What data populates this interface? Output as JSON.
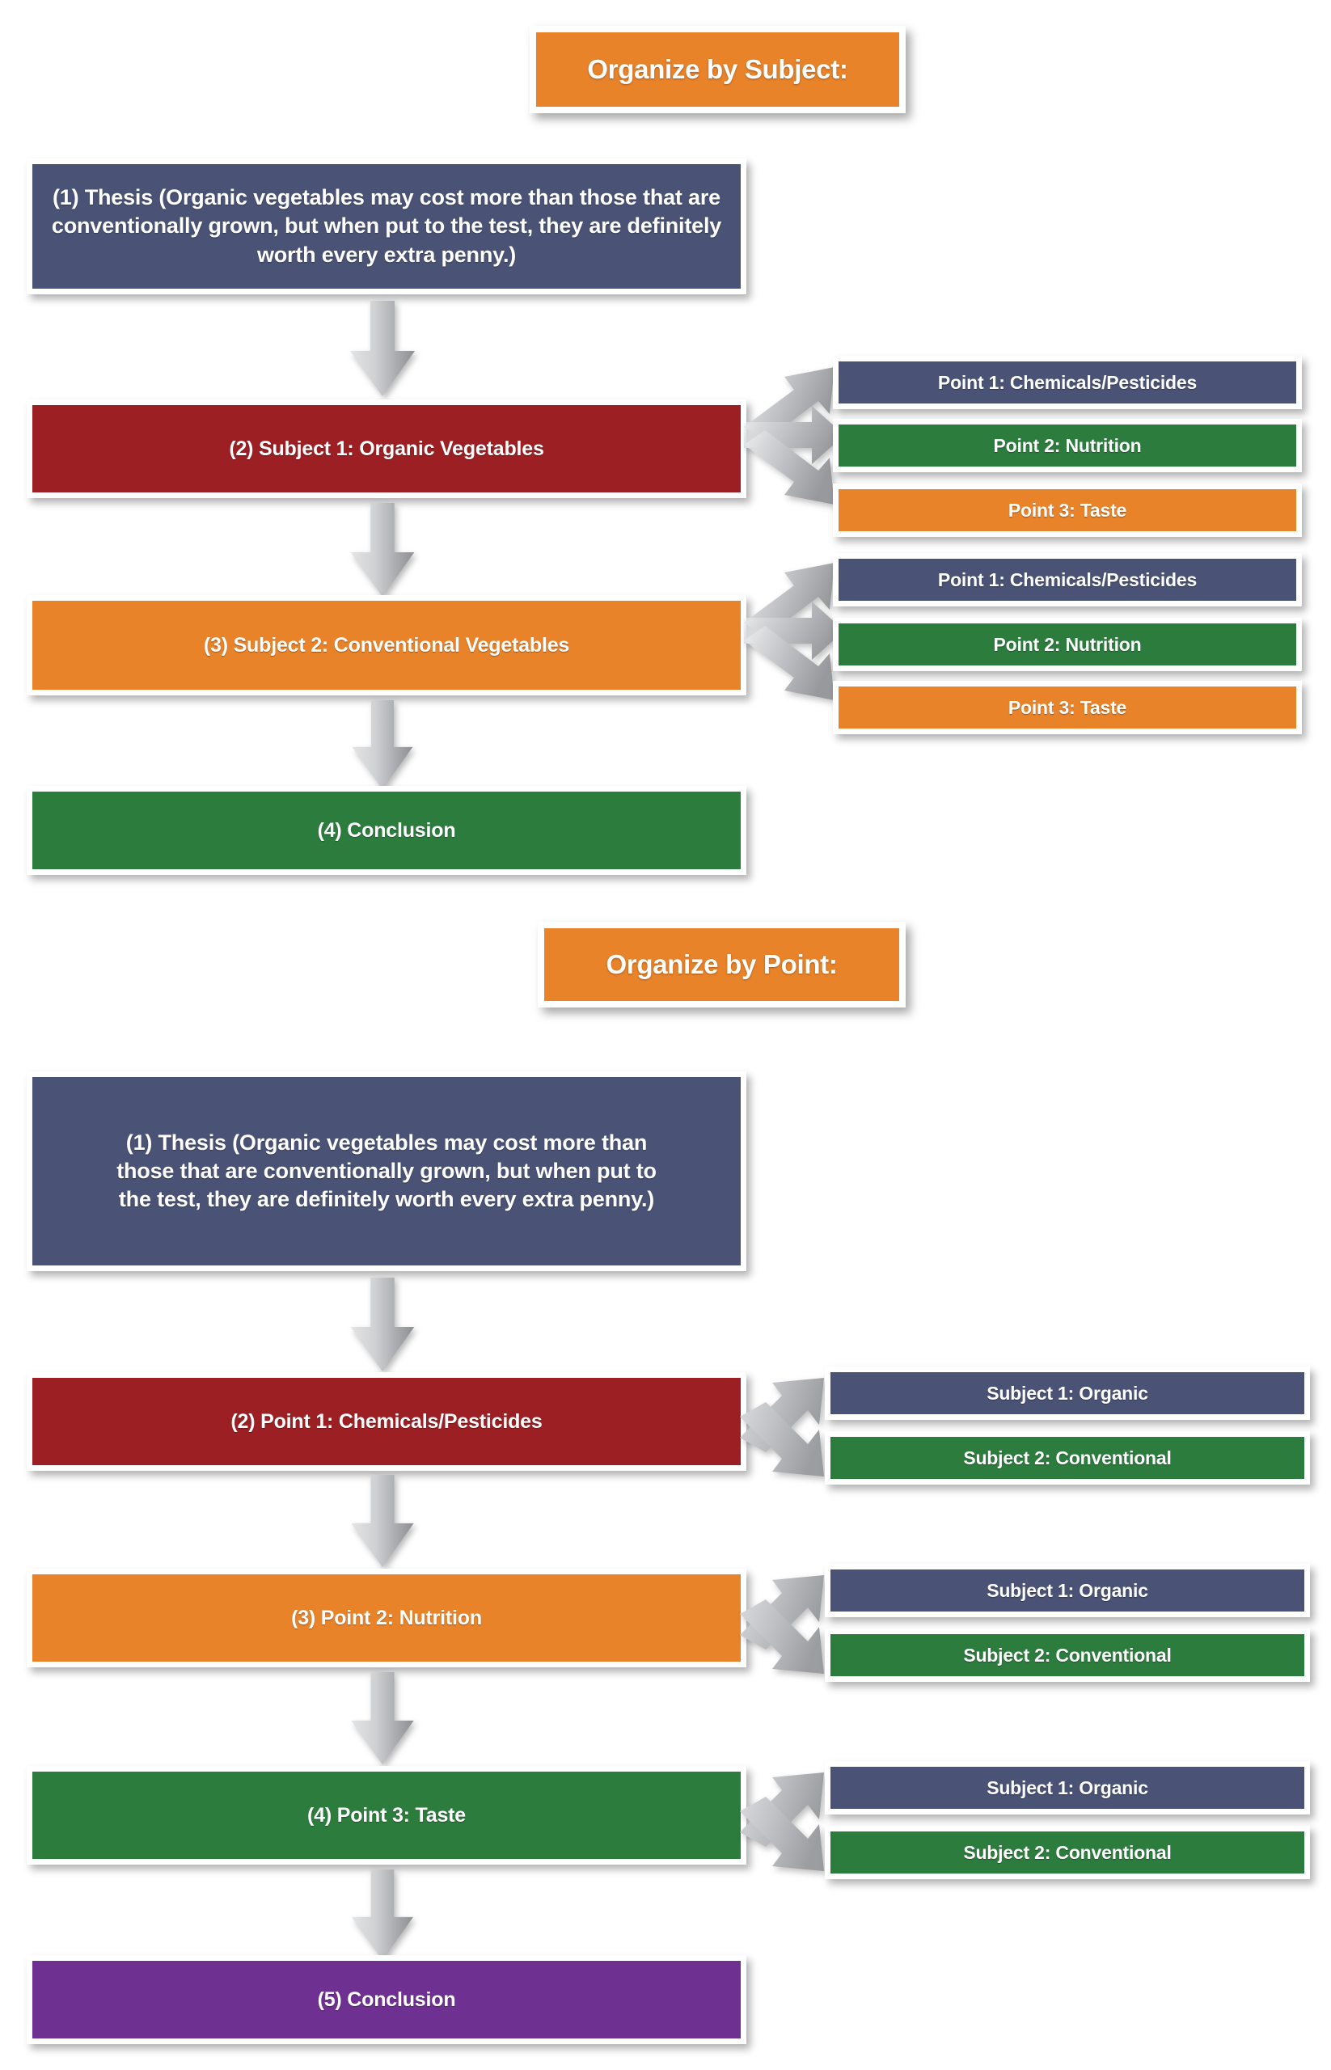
{
  "diagram": {
    "title_by_subject": "Organize by Subject:",
    "title_by_point": "Organize by Point:",
    "colors": {
      "navy": "#4a5275",
      "red": "#9c1f23",
      "orange": "#e8832a",
      "green": "#2c7c3e",
      "purple": "#6f3191",
      "arrow_gray": "#a6a8ab",
      "frame_white": "#ffffff",
      "background": "#ffffff"
    },
    "section_by_subject": {
      "heading": "Organize by Subject:",
      "thesis": "(1) Thesis (Organic vegetables may cost more than those that are conventionally grown, but when put to the test, they are definitely worth every extra penny.)",
      "steps": [
        {
          "label": "(2) Subject 1: Organic Vegetables",
          "color": "red",
          "branches": [
            {
              "label": "Point 1: Chemicals/Pesticides",
              "color": "navy"
            },
            {
              "label": "Point 2: Nutrition",
              "color": "green"
            },
            {
              "label": "Point 3: Taste",
              "color": "orange"
            }
          ]
        },
        {
          "label": "(3) Subject 2: Conventional Vegetables",
          "color": "orange",
          "branches": [
            {
              "label": "Point 1: Chemicals/Pesticides",
              "color": "navy"
            },
            {
              "label": "Point 2: Nutrition",
              "color": "green"
            },
            {
              "label": "Point 3: Taste",
              "color": "orange"
            }
          ]
        }
      ],
      "conclusion": "(4) Conclusion",
      "conclusion_color": "green"
    },
    "section_by_point": {
      "heading": "Organize by Point:",
      "thesis": "(1) Thesis (Organic vegetables may cost more than those that are conventionally grown, but when put to the test, they are definitely worth every extra penny.)",
      "steps": [
        {
          "label": "(2) Point 1: Chemicals/Pesticides",
          "color": "red",
          "branches": [
            {
              "label": "Subject 1: Organic",
              "color": "navy"
            },
            {
              "label": "Subject 2: Conventional",
              "color": "green"
            }
          ]
        },
        {
          "label": "(3) Point 2: Nutrition",
          "color": "orange",
          "branches": [
            {
              "label": "Subject 1: Organic",
              "color": "navy"
            },
            {
              "label": "Subject 2: Conventional",
              "color": "green"
            }
          ]
        },
        {
          "label": "(4) Point 3: Taste",
          "color": "green",
          "branches": [
            {
              "label": "Subject 1: Organic",
              "color": "navy"
            },
            {
              "label": "Subject 2: Conventional",
              "color": "green"
            }
          ]
        }
      ],
      "conclusion": "(5) Conclusion",
      "conclusion_color": "purple"
    }
  }
}
